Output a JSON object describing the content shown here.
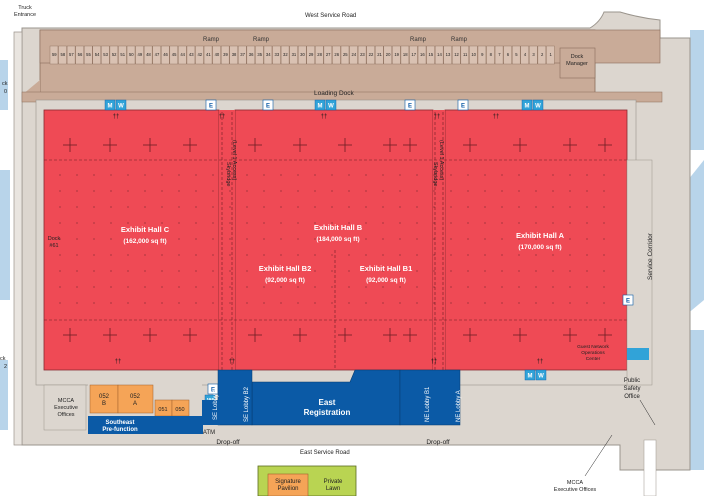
{
  "roads": {
    "west": "West Service Road",
    "east": "East Service Road",
    "truck_entrance": [
      "Truck",
      "Entrance"
    ]
  },
  "dock": {
    "numbers": [
      "59",
      "58",
      "57",
      "56",
      "55",
      "54",
      "53",
      "52",
      "51",
      "50",
      "49",
      "48",
      "47",
      "46",
      "45",
      "44",
      "43",
      "42",
      "41",
      "40",
      "39",
      "38",
      "37",
      "36",
      "35",
      "34",
      "33",
      "32",
      "31",
      "30",
      "29",
      "28",
      "27",
      "26",
      "25",
      "24",
      "23",
      "22",
      "21",
      "20",
      "19",
      "18",
      "17",
      "16",
      "15",
      "14",
      "13",
      "12",
      "11",
      "10",
      "9",
      "8",
      "7",
      "6",
      "5",
      "4",
      "3",
      "2",
      "1"
    ],
    "ramp": "Ramp",
    "loading": "Loading Dock",
    "manager": [
      "Dock",
      "Manager"
    ],
    "dock61": [
      "Dock",
      "#61"
    ],
    "left_top_partial": [
      "ck",
      "0"
    ],
    "left_bottom_partial": [
      "ck",
      "2"
    ]
  },
  "halls": {
    "c": {
      "name": "Exhibit Hall C",
      "area": "(162,000 sq ft)"
    },
    "b": {
      "name": "Exhibit Hall B",
      "area": "(184,000 sq ft)"
    },
    "a": {
      "name": "Exhibit Hall A",
      "area": "(170,000 sq ft)"
    },
    "b2": {
      "name": "Exhibit Hall B2",
      "area": "(92,000 sq ft)"
    },
    "b1": {
      "name": "Exhibit Hall B1",
      "area": "(92,000 sq ft)"
    }
  },
  "skybridge": [
    "Skybridge",
    "(Level 1 Access)"
  ],
  "service_corridor": "Service Corridor",
  "guest_network": [
    "Guest Network",
    "Operations",
    "Center"
  ],
  "public_safety": [
    "Public",
    "Safety",
    "Office"
  ],
  "mcca_offices": [
    "MCCA",
    "Executive",
    "Offices"
  ],
  "mcca_offices_bottom": [
    "MCCA",
    "Executive Offices"
  ],
  "rooms": [
    "052",
    "B",
    "052",
    "A",
    "051",
    "050"
  ],
  "prefunction": [
    "Southeast",
    "Pre-function"
  ],
  "atm": "ATM",
  "lobbies": {
    "se_c": "SE Lobby C",
    "se_b2": "SE Lobby B2",
    "ne_b1": "NE Lobby B1",
    "ne_a": "NE Lobby A"
  },
  "east_registration": [
    "East",
    "Registration"
  ],
  "drop_off": "Drop-off",
  "signature_pavilion": [
    "Signature",
    "Pavilion"
  ],
  "private_lawn": [
    "Private",
    "Lawn"
  ],
  "symbols": {
    "men": "M",
    "women": "W",
    "elevator": "E",
    "family": "††"
  },
  "colors": {
    "hall": "#ef4a55",
    "lobby": "#0b5aa6",
    "restroom": "#31a3d8",
    "dock": "#c9ab98",
    "grounds": "#dcd6cf",
    "water": "#b8d4ea",
    "orange": "#f5a457",
    "lawn": "#b9d452"
  }
}
